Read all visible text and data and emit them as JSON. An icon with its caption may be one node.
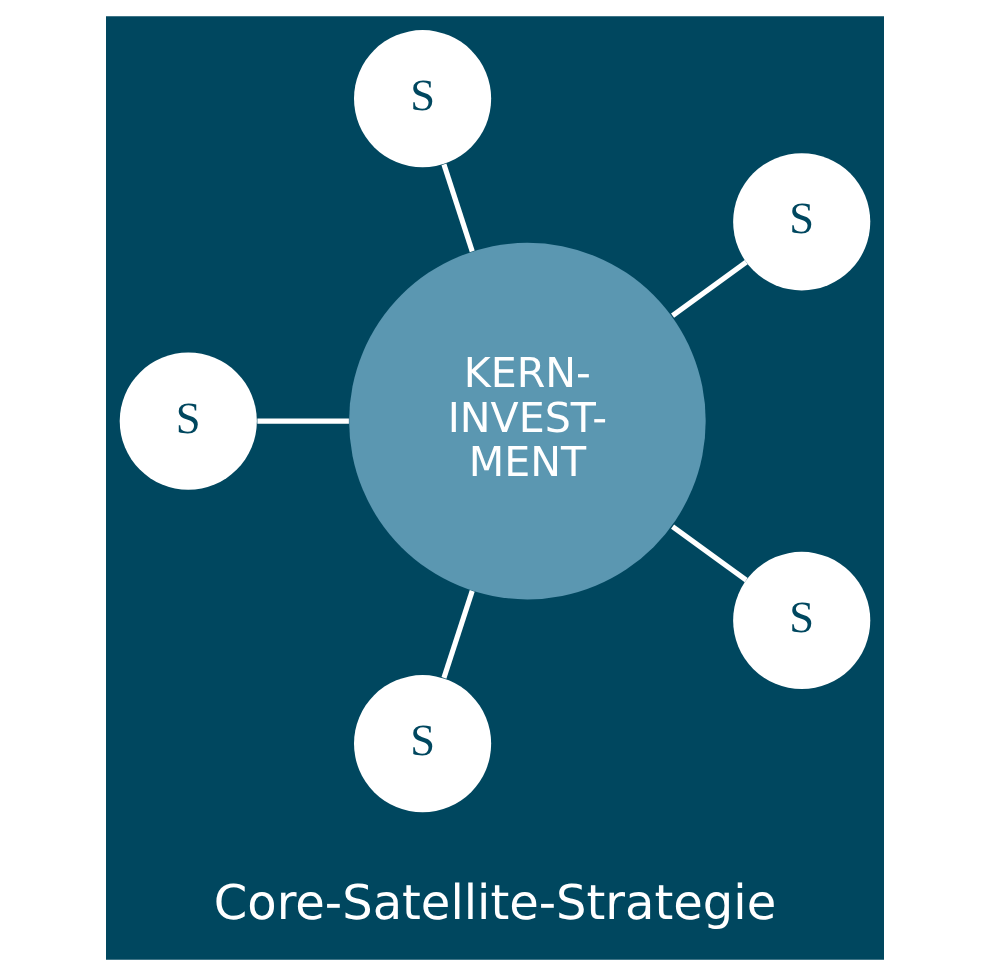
{
  "diagram": {
    "caption": "Core-Satellite-Strategie",
    "nodes": [
      {
        "text": [
          "KERN- INVEST- MENT"
        ]
      },
      {
        "text": [
          "S"
        ]
      },
      {
        "text": [
          "S"
        ]
      },
      {
        "text": [
          "S"
        ]
      },
      {
        "text": [
          "S"
        ]
      },
      {
        "text": [
          "S"
        ]
      }
    ],
    "edges": [
      {
        "from": 0,
        "to": 1,
        "arrow": "none"
      },
      {
        "from": 0,
        "to": 2,
        "arrow": "none"
      },
      {
        "from": 0,
        "to": 3,
        "arrow": "none"
      },
      {
        "from": 0,
        "to": 4,
        "arrow": "none"
      },
      {
        "from": 0,
        "to": 5,
        "arrow": "none"
      }
    ]
  }
}
